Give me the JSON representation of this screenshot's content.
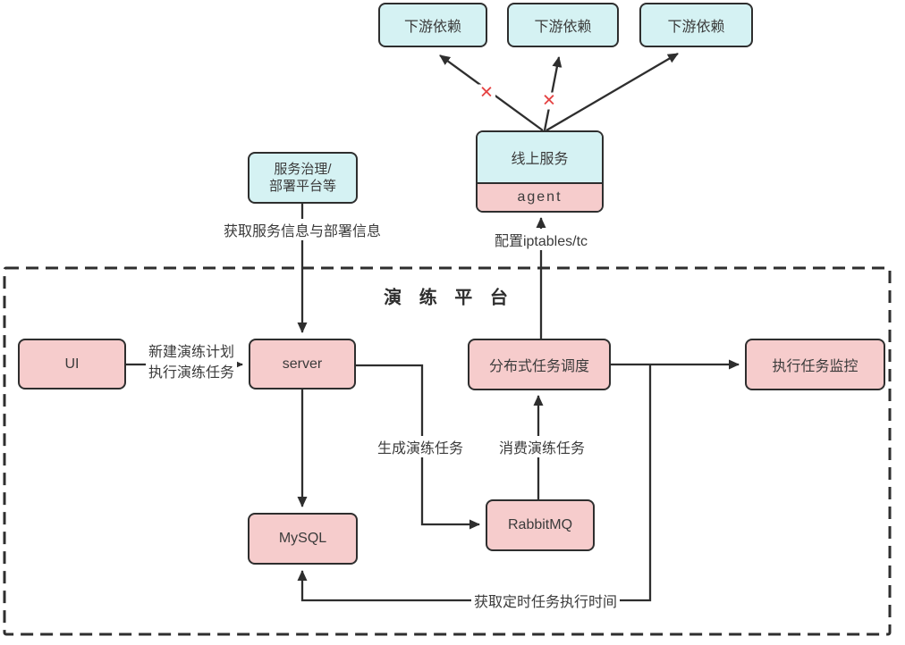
{
  "diagram": {
    "downstream": [
      {
        "label": "下游依赖"
      },
      {
        "label": "下游依赖"
      },
      {
        "label": "下游依赖"
      }
    ],
    "online_service": {
      "title": "线上服务",
      "agent": "agent"
    },
    "governance": {
      "line1": "服务治理/",
      "line2": "部署平台等"
    },
    "platform": {
      "title": "演 练 平 台"
    },
    "nodes": {
      "ui": "UI",
      "server": "server",
      "scheduler": "分布式任务调度",
      "monitor": "执行任务监控",
      "mysql": "MySQL",
      "rabbitmq": "RabbitMQ"
    },
    "edges": {
      "get_service_info": "获取服务信息与部署信息",
      "configure_iptables": "配置iptables/tc",
      "create_plan_1": "新建演练计划",
      "create_plan_2": "执行演练任务",
      "generate_task": "生成演练任务",
      "consume_task": "消费演练任务",
      "get_schedule_time": "获取定时任务执行时间"
    },
    "marks": {
      "failure_x": "✕"
    },
    "colors": {
      "box_cyan": "#d5f2f3",
      "box_pink": "#f6cccc",
      "line": "#2e2e2e",
      "x_mark": "#e54444"
    }
  }
}
